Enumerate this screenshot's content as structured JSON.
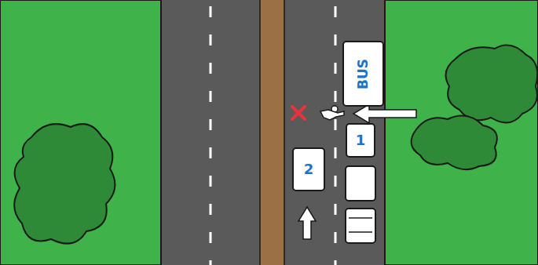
{
  "diagram": {
    "nodes": [
      {
        "text": [
          "BUS"
        ]
      },
      {
        "text": [
          "1"
        ]
      },
      {
        "text": [
          "2"
        ]
      }
    ]
  }
}
